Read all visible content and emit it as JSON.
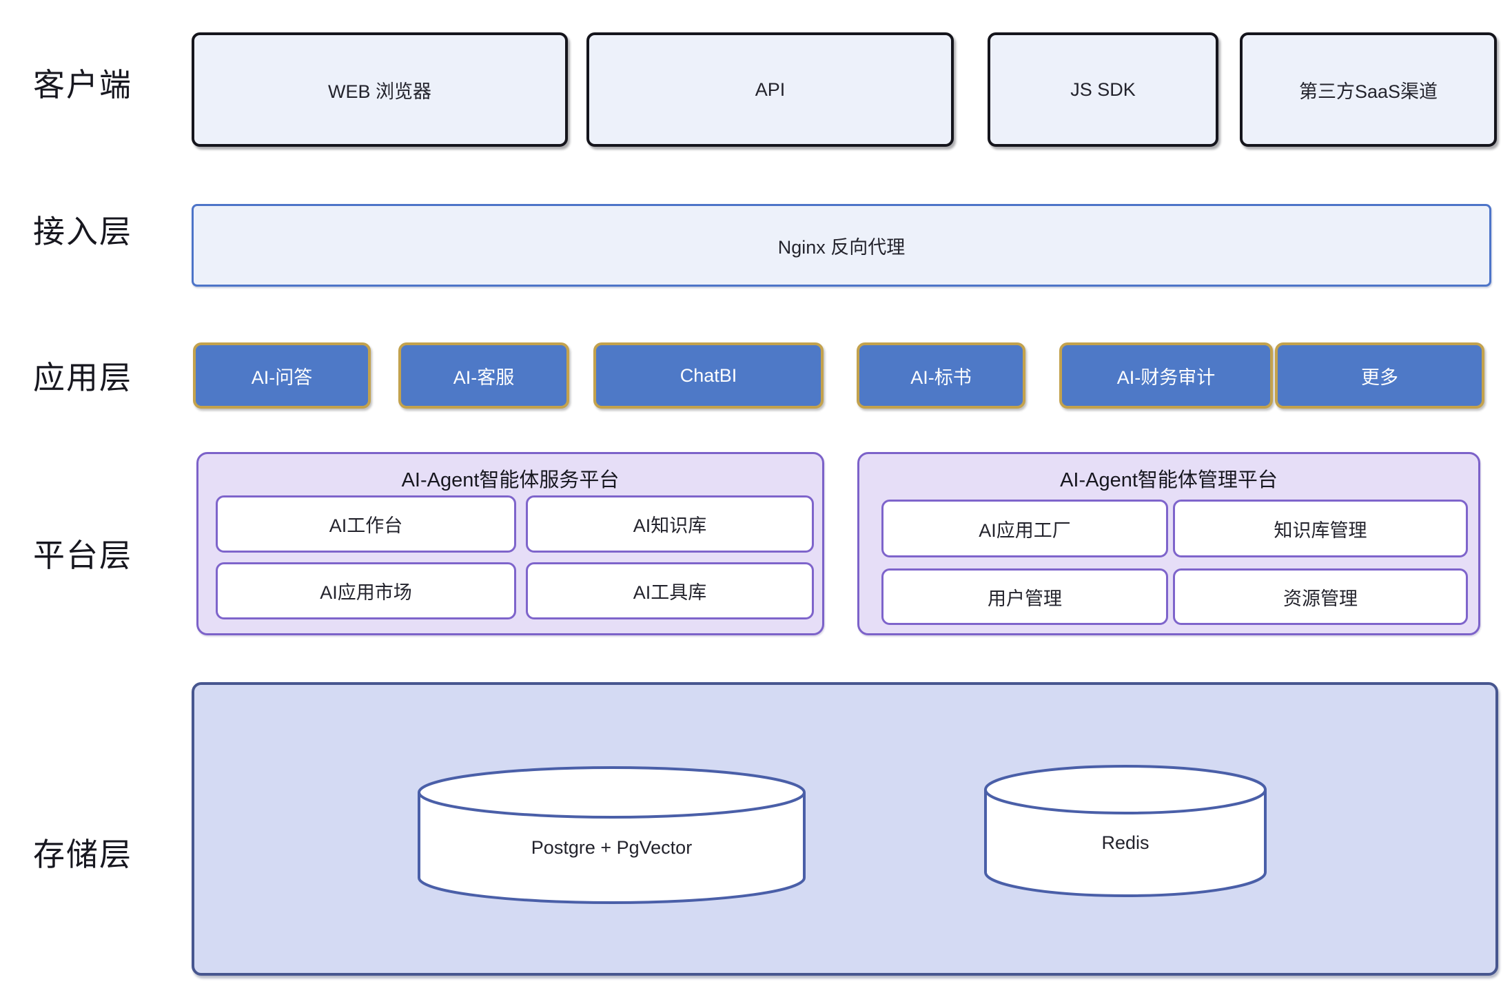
{
  "layers": {
    "client": {
      "label": "客户端",
      "boxes": [
        {
          "label": "WEB 浏览器"
        },
        {
          "label": "API"
        },
        {
          "label": "JS SDK"
        },
        {
          "label": "第三方SaaS渠道"
        }
      ]
    },
    "access": {
      "label": "接入层",
      "nginx_label": "Nginx 反向代理"
    },
    "application": {
      "label": "应用层",
      "apps": [
        {
          "label": "AI-问答"
        },
        {
          "label": "AI-客服"
        },
        {
          "label": "ChatBI"
        },
        {
          "label": "AI-标书"
        },
        {
          "label": "AI-财务审计"
        },
        {
          "label": "更多"
        }
      ]
    },
    "platform": {
      "label": "平台层",
      "service_platform": {
        "title": "AI-Agent智能体服务平台",
        "items": [
          "AI工作台",
          "AI知识库",
          "AI应用市场",
          "AI工具库"
        ]
      },
      "management_platform": {
        "title": "AI-Agent智能体管理平台",
        "items": [
          "AI应用工厂",
          "知识库管理",
          "用户管理",
          "资源管理"
        ]
      }
    },
    "storage": {
      "label": "存储层",
      "databases": [
        {
          "name": "Postgre + PgVector"
        },
        {
          "name": "Redis"
        }
      ]
    }
  },
  "colors": {
    "client_box_fill": "#edf1fa",
    "client_box_border": "#15151c",
    "access_fill": "#edf1fa",
    "access_border": "#4d74c8",
    "app_fill": "#4e79c7",
    "app_border": "#c3a24d",
    "app_text": "#ffffff",
    "platform_fill": "#e6def7",
    "platform_border": "#7c62c9",
    "inner_fill": "#ffffff",
    "inner_border": "#7e64cb",
    "storage_fill": "#d4daf3",
    "storage_border": "#47568f",
    "cylinder_fill": "#ffffff",
    "cylinder_stroke": "#4a5fa8",
    "text": "#23232c",
    "label_text": "#17171f",
    "page_bg": "#ffffff"
  }
}
